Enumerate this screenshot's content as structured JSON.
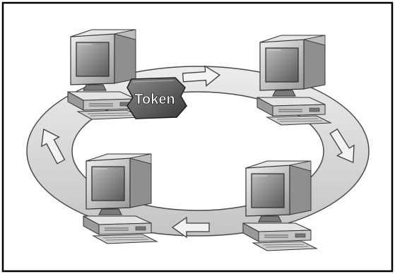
{
  "diagram": {
    "token_label": "Token",
    "nodes": [
      {
        "id": "top-left"
      },
      {
        "id": "top-right"
      },
      {
        "id": "bottom-left"
      },
      {
        "id": "bottom-right"
      }
    ],
    "arrows": [
      {
        "id": "top",
        "direction": "clockwise"
      },
      {
        "id": "right",
        "direction": "clockwise"
      },
      {
        "id": "bottom",
        "direction": "clockwise"
      },
      {
        "id": "left",
        "direction": "clockwise"
      }
    ]
  },
  "colors": {
    "ring_fill": "#d9d9d9",
    "ring_stroke": "#4a4a4a",
    "computer_body": "#c8c8c8",
    "computer_dark": "#6e6e6e",
    "screen": "#8c8c8c",
    "token_fill": "#5a5a5a",
    "token_text": "#ffffff",
    "frame": "#000000"
  }
}
